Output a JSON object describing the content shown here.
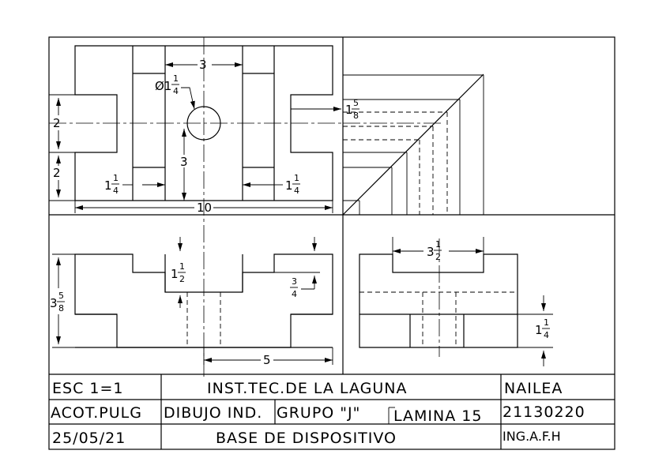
{
  "drawing": {
    "front_view": {
      "width": "10",
      "slot_width": "3",
      "slot_depth": "3",
      "hole_diameter": "Ø1",
      "hole_diameter_num": "1",
      "hole_diameter_den": "4",
      "ear_height_top": "2",
      "ear_height_bottom": "2",
      "step_left_whole": "1",
      "step_left_num": "1",
      "step_left_den": "4",
      "step_right_whole": "1",
      "step_right_num": "1",
      "step_right_den": "4",
      "ear_depth_whole": "1",
      "ear_depth_num": "5",
      "ear_depth_den": "8"
    },
    "side_view": {
      "height_whole": "3",
      "height_num": "5",
      "height_den": "8",
      "slot_height_whole": "1",
      "slot_height_num": "1",
      "slot_height_den": "2",
      "ledge_num": "3",
      "ledge_den": "4",
      "bottom_width": "5"
    },
    "right_view": {
      "width_whole": "3",
      "width_num": "1",
      "width_den": "2",
      "base_height_whole": "1",
      "base_height_num": "1",
      "base_height_den": "4"
    }
  },
  "title_block": {
    "scale": "ESC 1=1",
    "units": "ACOT.PULG",
    "date": "25/05/21",
    "institution": "INST.TEC.DE LA LAGUNA",
    "subject": "DIBUJO IND.",
    "group": "GRUPO \"J\"",
    "sheet": "LAMINA 15",
    "title": "BASE DE DISPOSITIVO",
    "student_name": "NAILEA",
    "student_id": "21130220",
    "instructor": "ING.A.F.H"
  }
}
